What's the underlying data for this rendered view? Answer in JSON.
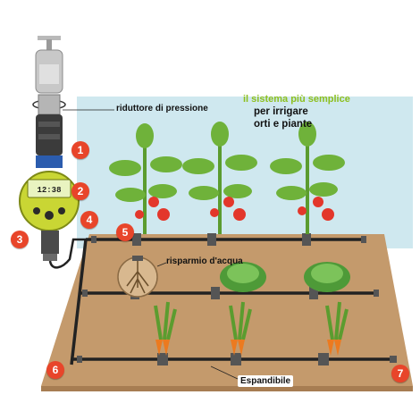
{
  "headline": {
    "line1": "il sistema più semplice",
    "line2": "per irrigare",
    "line3": "orti e piante",
    "line1_color": "#8dbf1e"
  },
  "labels": {
    "pressure_reducer": "riduttore di pressione",
    "water_saving": "risparmio d'acqua",
    "expandable": "Espandibile"
  },
  "timer_display": "12:38",
  "badges": [
    "1",
    "2",
    "3",
    "4",
    "5",
    "6",
    "7"
  ],
  "colors": {
    "badge": "#e8452a",
    "soil": "#c49a6c",
    "sky": "#cfe8ef",
    "pipe": "#222222",
    "timer_body": "#c9d634",
    "leaf": "#6fb23a",
    "tomato": "#e3372b"
  }
}
